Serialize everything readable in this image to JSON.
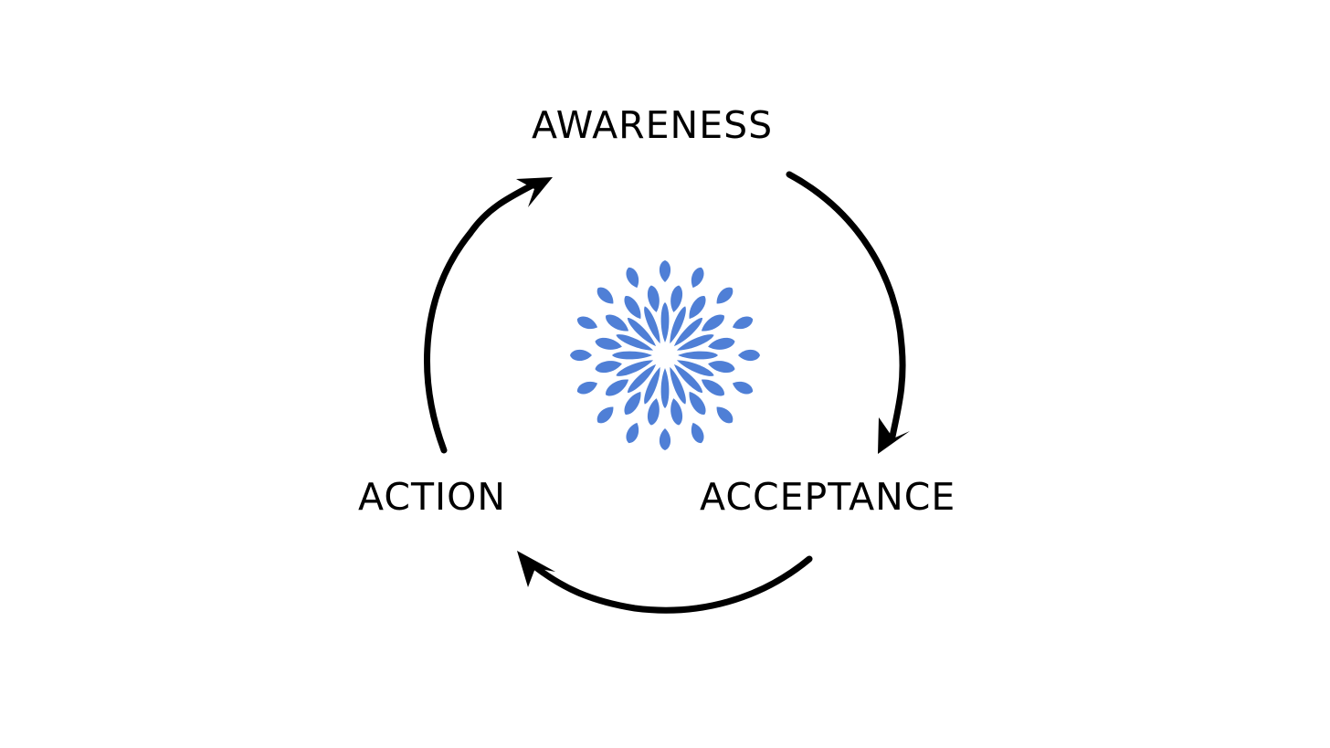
{
  "stages": {
    "awareness": "AWARENESS",
    "acceptance": "ACCEPTANCE",
    "action": "ACTION"
  },
  "colors": {
    "flower": "#4f7fd6",
    "arrows": "#000000",
    "background": "#ffffff"
  },
  "icons": {
    "center": "flower-logo-icon"
  }
}
